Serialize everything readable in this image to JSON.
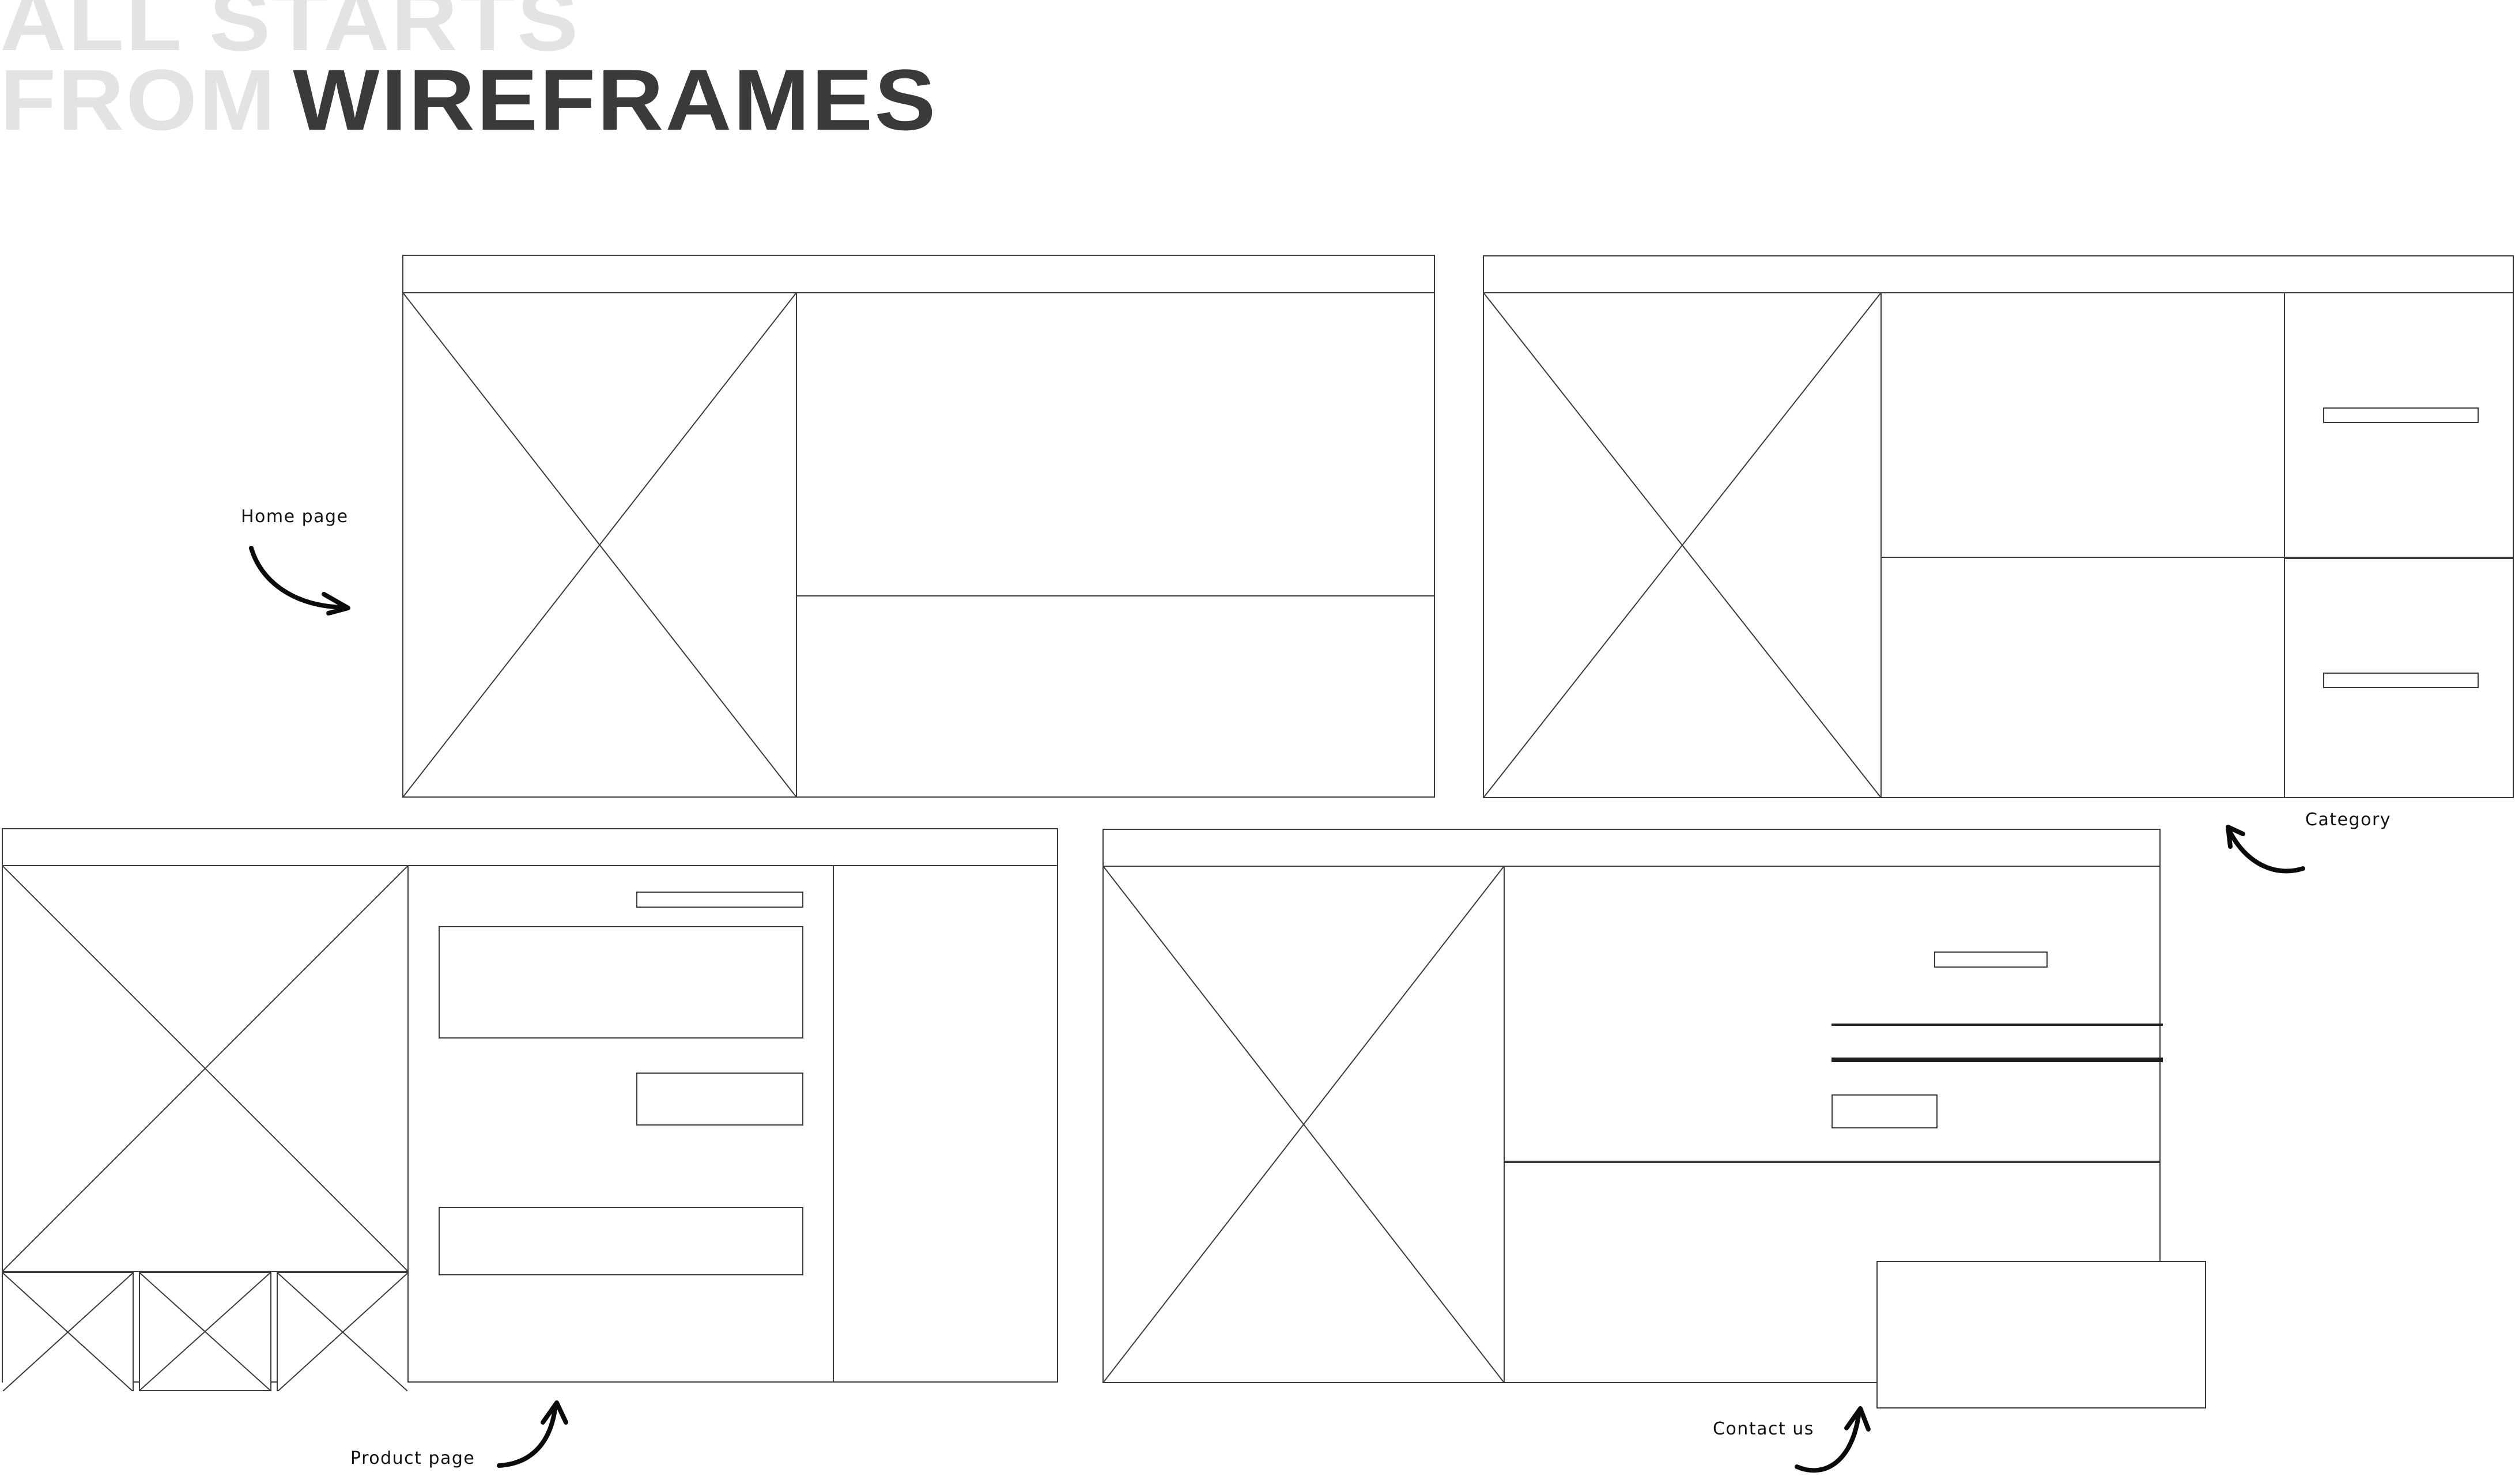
{
  "heading": {
    "line1_muted": "ALL STARTS",
    "line2_muted": "FROM",
    "line2_strong": "WIREFRAMES",
    "muted_color": "#e3e3e3",
    "strong_color": "#3a3a3a"
  },
  "colors": {
    "stroke": "#3b3b3b",
    "ink": "#0b0b0b",
    "background": "#ffffff"
  },
  "annotations": [
    {
      "label": "Home page",
      "icon": "curved-arrow-down-right-icon"
    },
    {
      "label": "Category",
      "icon": "curved-arrow-up-left-icon"
    },
    {
      "label": "Product page",
      "icon": "curved-arrow-up-right-icon"
    },
    {
      "label": "Contact us",
      "icon": "curved-arrow-up-right-icon"
    }
  ],
  "wireframes": [
    {
      "id": "home-page",
      "name": "Home page",
      "regions": [
        "header-bar",
        "hero-image-placeholder",
        "content-panel-upper",
        "content-panel-lower"
      ]
    },
    {
      "id": "category",
      "name": "Category",
      "regions": [
        "header-bar",
        "hero-image-placeholder",
        "listing-panel-upper",
        "listing-panel-lower",
        "sidebar-upper",
        "sidebar-lower",
        "sidebar-button-upper",
        "sidebar-button-lower"
      ]
    },
    {
      "id": "product-page",
      "name": "Product page",
      "regions": [
        "header-bar",
        "main-image-placeholder",
        "thumbnail-1",
        "thumbnail-2",
        "thumbnail-3",
        "title-bar",
        "description-box",
        "price-box",
        "action-box",
        "right-sidebar"
      ]
    },
    {
      "id": "contact-us",
      "name": "Contact us",
      "regions": [
        "header-bar",
        "map-image-placeholder",
        "heading-bar",
        "text-rule-thin",
        "text-rule-thick",
        "submit-box",
        "section-divider",
        "form-box"
      ]
    }
  ]
}
